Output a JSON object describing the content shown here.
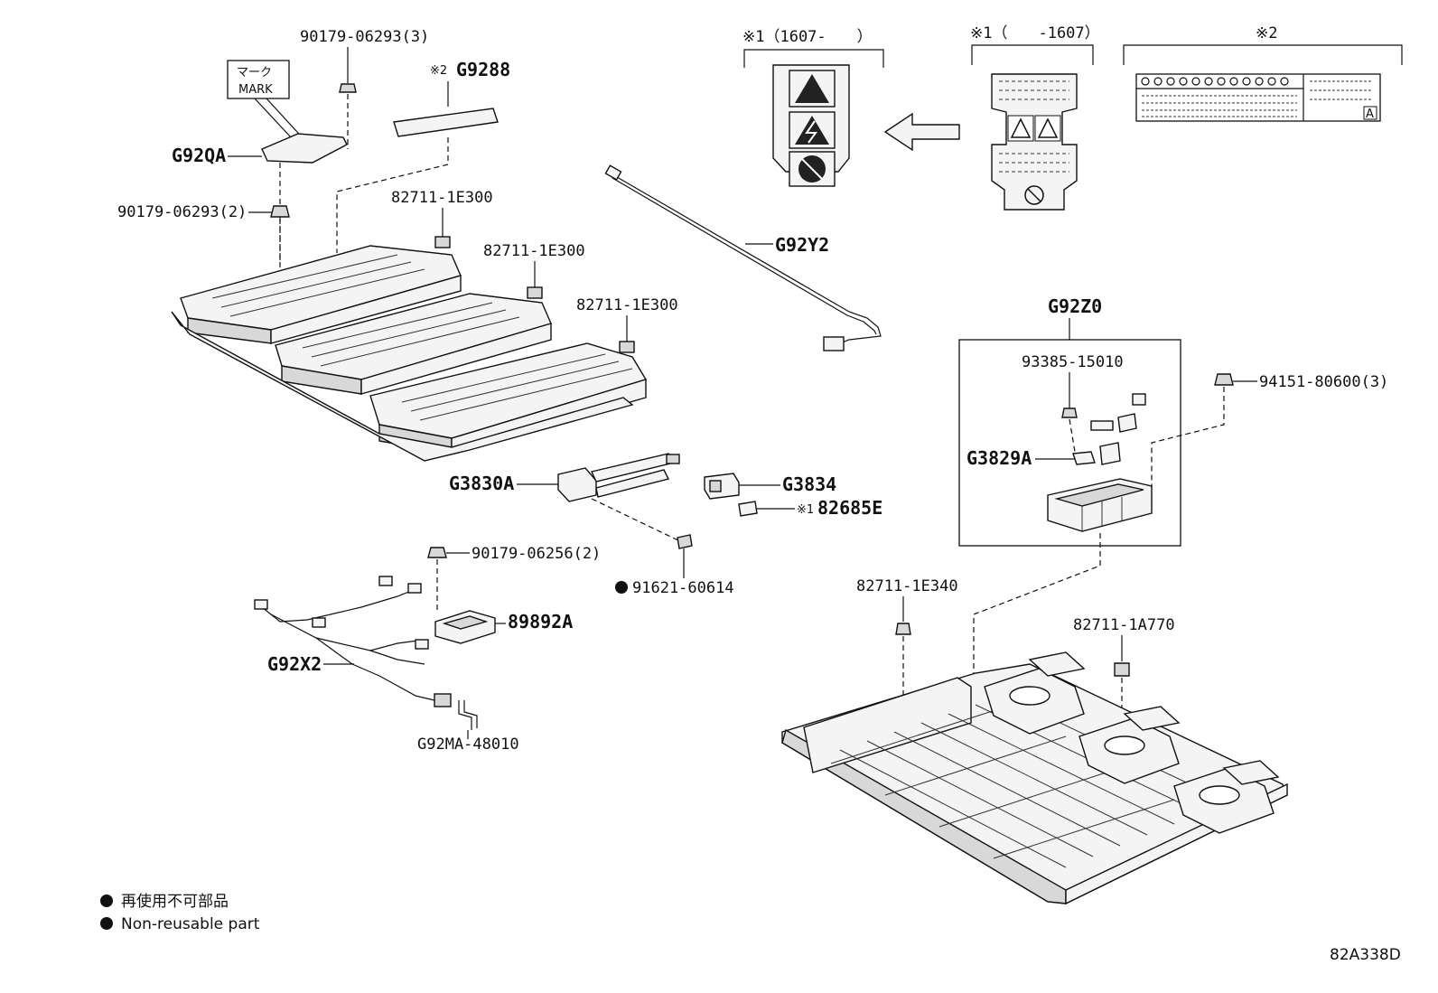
{
  "parts": {
    "nut_top": "90179-06293(3)",
    "mark_jp": "マーク",
    "mark_en": "MARK",
    "label_g9288": "G9288",
    "note2_prefix": "※2",
    "cover": "G92QA",
    "nut_left": "90179-06293(2)",
    "clip1": "82711-1E300",
    "clip2": "82711-1E300",
    "clip3": "82711-1E300",
    "cable_g92y2": "G92Y2",
    "g3830a": "G3830A",
    "g3834": "G3834",
    "note1_prefix": "※1",
    "part_82685e": "82685E",
    "bolt": "91621-60614",
    "nut_bottom": "90179-06256(2)",
    "ecu": "89892A",
    "harness": "G92X2",
    "bracket": "G92MA-48010",
    "junction_box": "G92Z0",
    "screw": "93385-15010",
    "relay": "G3829A",
    "nut_right": "94151-80600(3)",
    "clip_1e340": "82711-1E340",
    "clip_1a770": "82711-1A770"
  },
  "labels": {
    "variant_a": "※1（1607-　　）",
    "variant_b": "※1（　　-1607）",
    "variant_c": "※2",
    "label_letter": "A"
  },
  "legend": {
    "jp": "再使用不可部品",
    "en": "Non-reusable part"
  },
  "diagram_code": "82A338D"
}
